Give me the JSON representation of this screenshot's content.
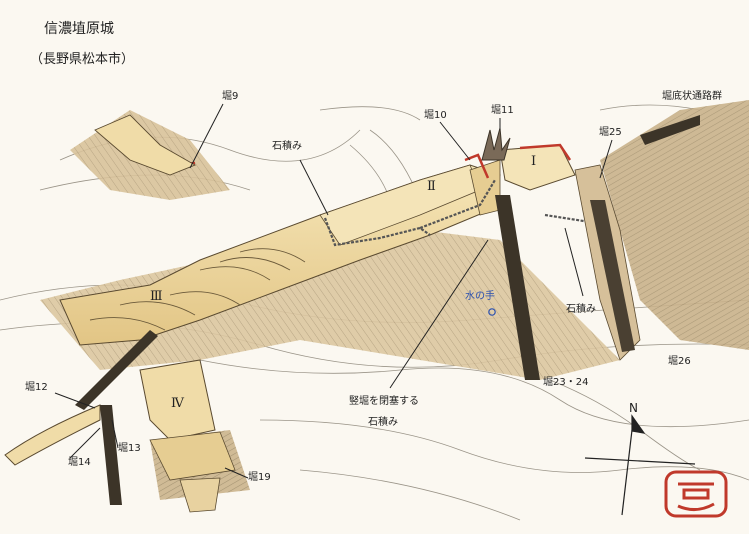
{
  "title": "信濃埴原城",
  "subtitle": "（長野県松本市）",
  "compass": {
    "north_label": "N"
  },
  "area_numerals": {
    "i": "Ⅰ",
    "ii": "Ⅱ",
    "iii": "Ⅲ",
    "iv": "Ⅳ"
  },
  "labels": {
    "moat9": "堀9",
    "moat10": "堀10",
    "moat11": "堀11",
    "moat_group": "堀底状通路群",
    "moat25": "堀25",
    "stonewall_top": "石積み",
    "stonewall_right": "石積み",
    "water_well": "水の手",
    "moat26": "堀26",
    "moat23_24": "堀23・24",
    "moat12": "堀12",
    "moat13": "堀13",
    "moat14": "堀14",
    "moat19": "堀19",
    "vertical_moat_line1": "竪堀を閉塞する",
    "vertical_moat_line2": "石積み"
  },
  "colors": {
    "ridge_fill": "#ecd59a",
    "ridge_light": "#f4e4b8",
    "hachure": "#6b5a3a",
    "slope_shade": "#c8b28a",
    "stone": "#555555",
    "accent_red": "#c0392b",
    "water_blue": "#2a50b0"
  }
}
